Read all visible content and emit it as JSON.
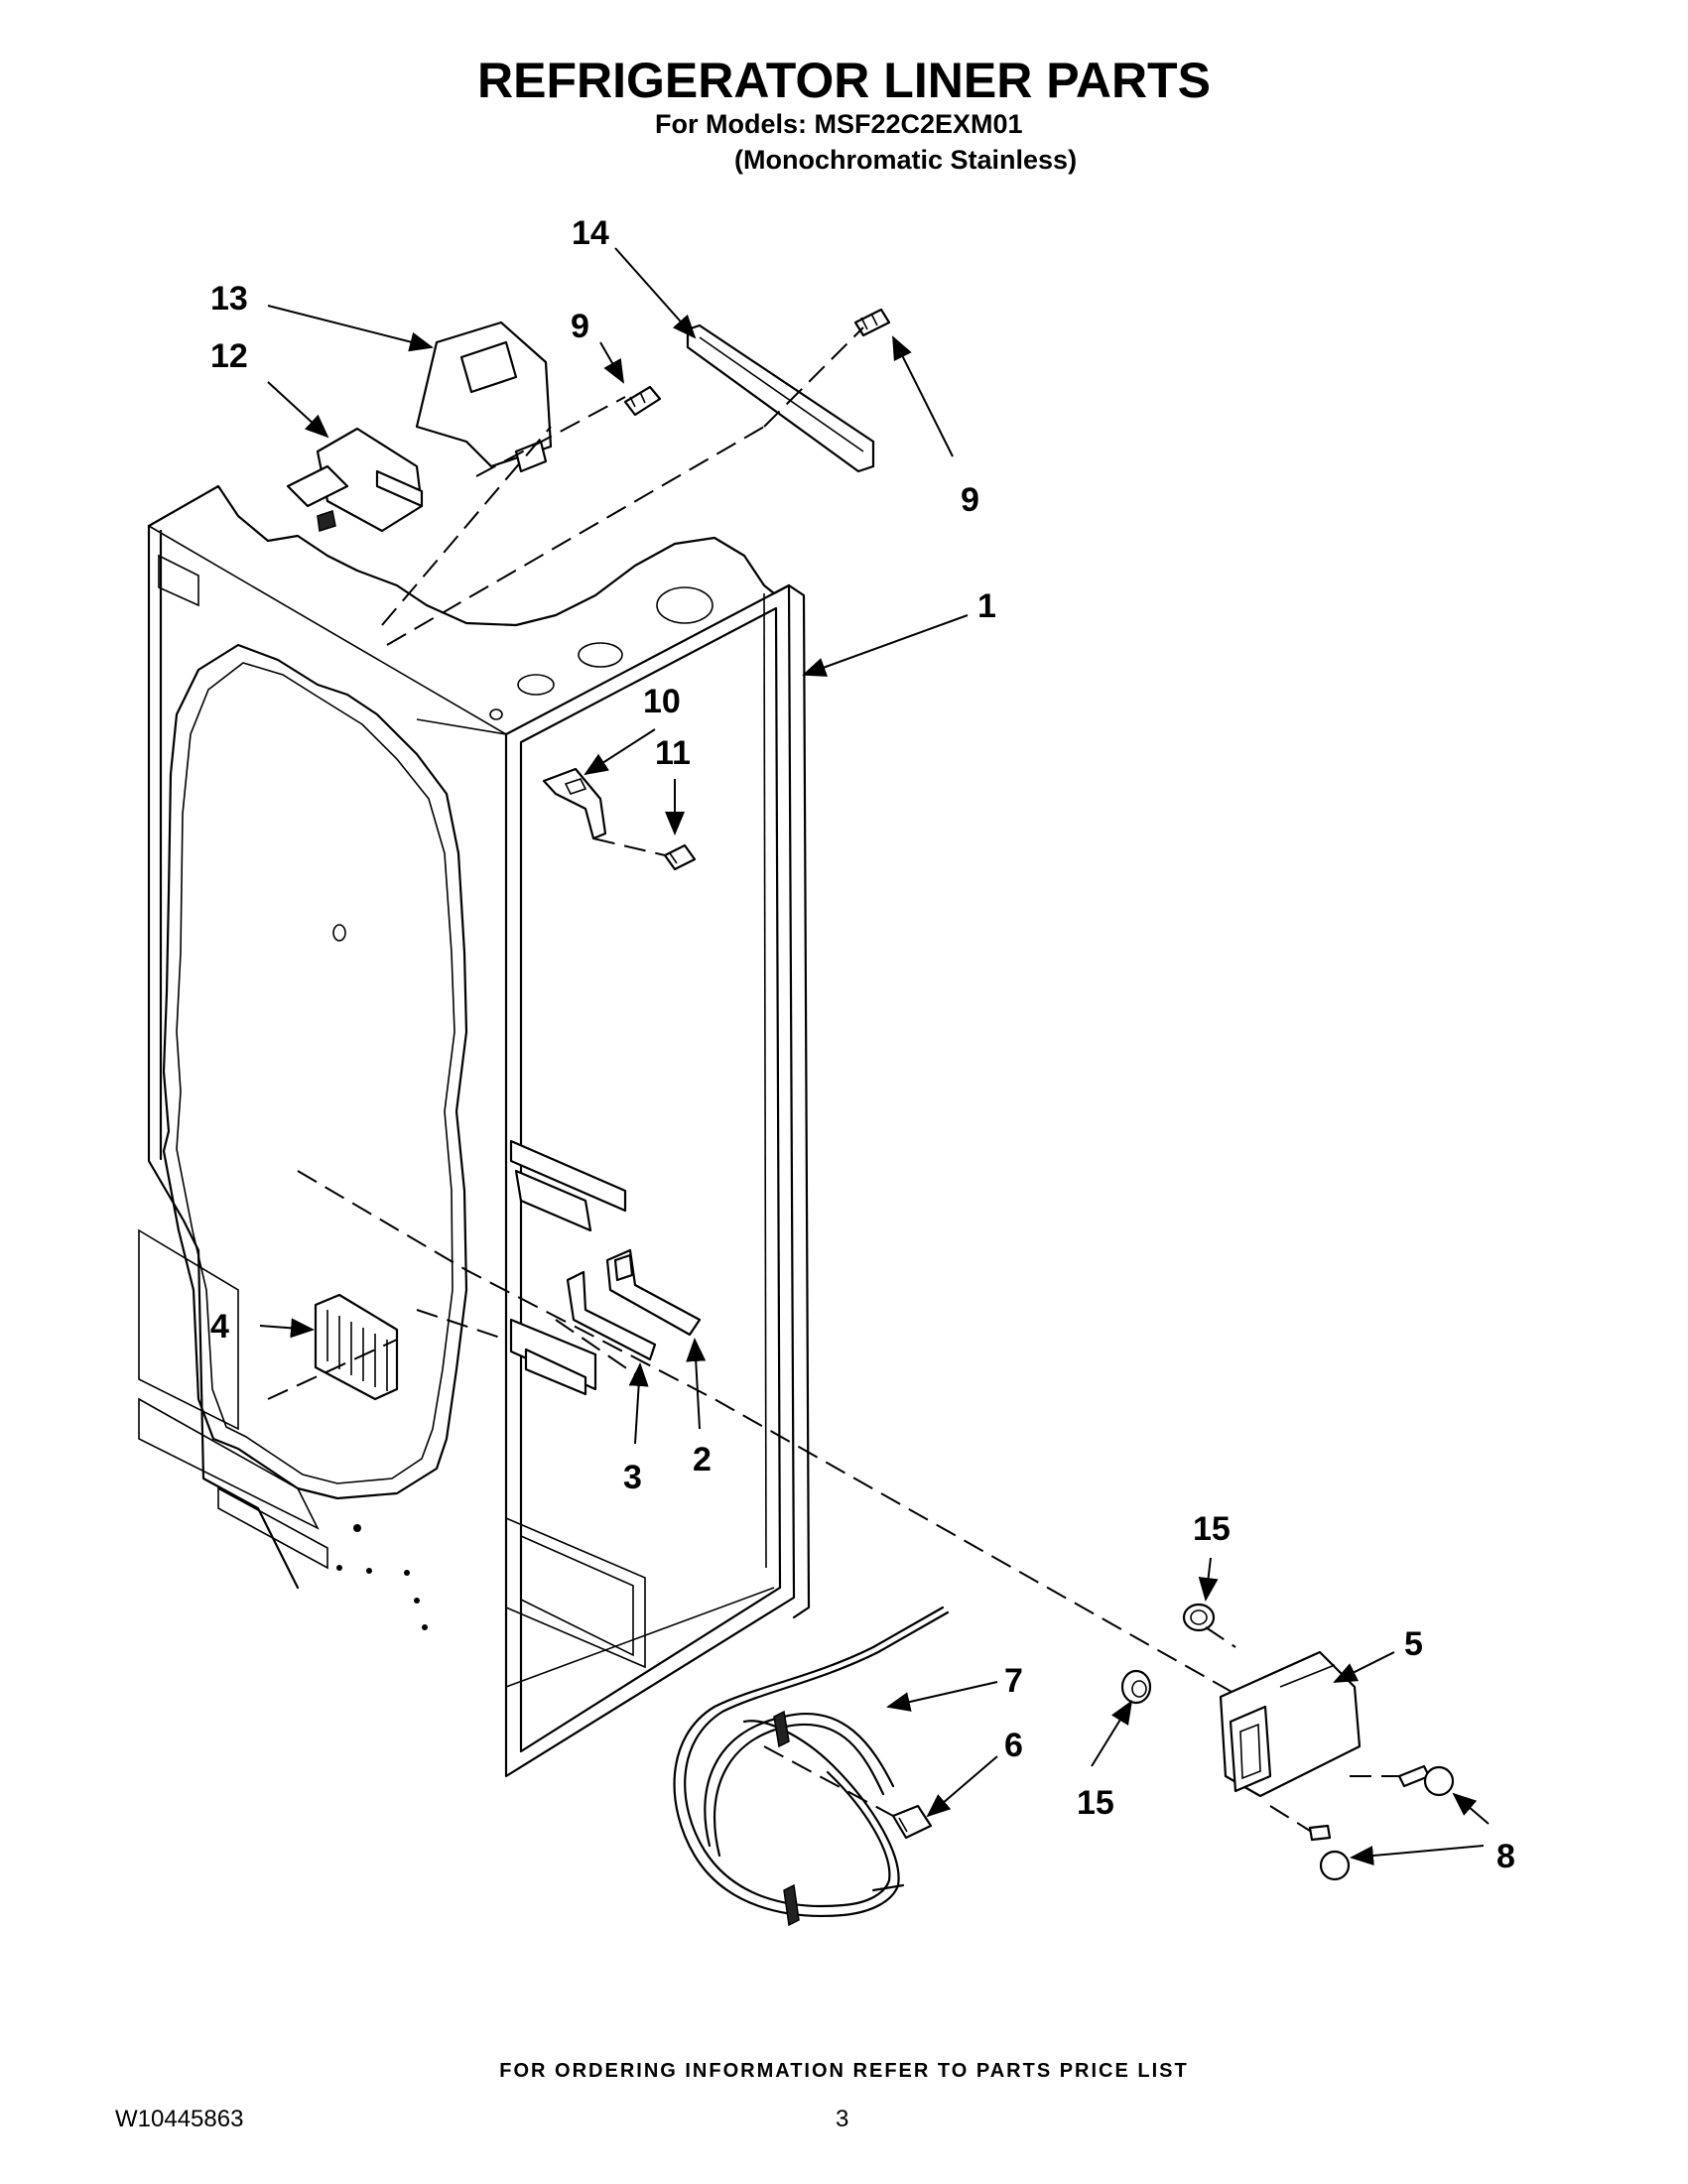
{
  "title": "REFRIGERATOR LINER PARTS",
  "models_line": "For Models: MSF22C2EXM01",
  "finish_line": "(Monochromatic Stainless)",
  "footer_note": "FOR ORDERING INFORMATION REFER TO PARTS PRICE LIST",
  "doc_number": "W10445863",
  "page_number": "3",
  "callouts": {
    "c1": "1",
    "c2": "2",
    "c3": "3",
    "c4": "4",
    "c5": "5",
    "c6": "6",
    "c7": "7",
    "c8": "8",
    "c9a": "9",
    "c9b": "9",
    "c10": "10",
    "c11": "11",
    "c12": "12",
    "c13": "13",
    "c14": "14",
    "c15a": "15",
    "c15b": "15"
  }
}
